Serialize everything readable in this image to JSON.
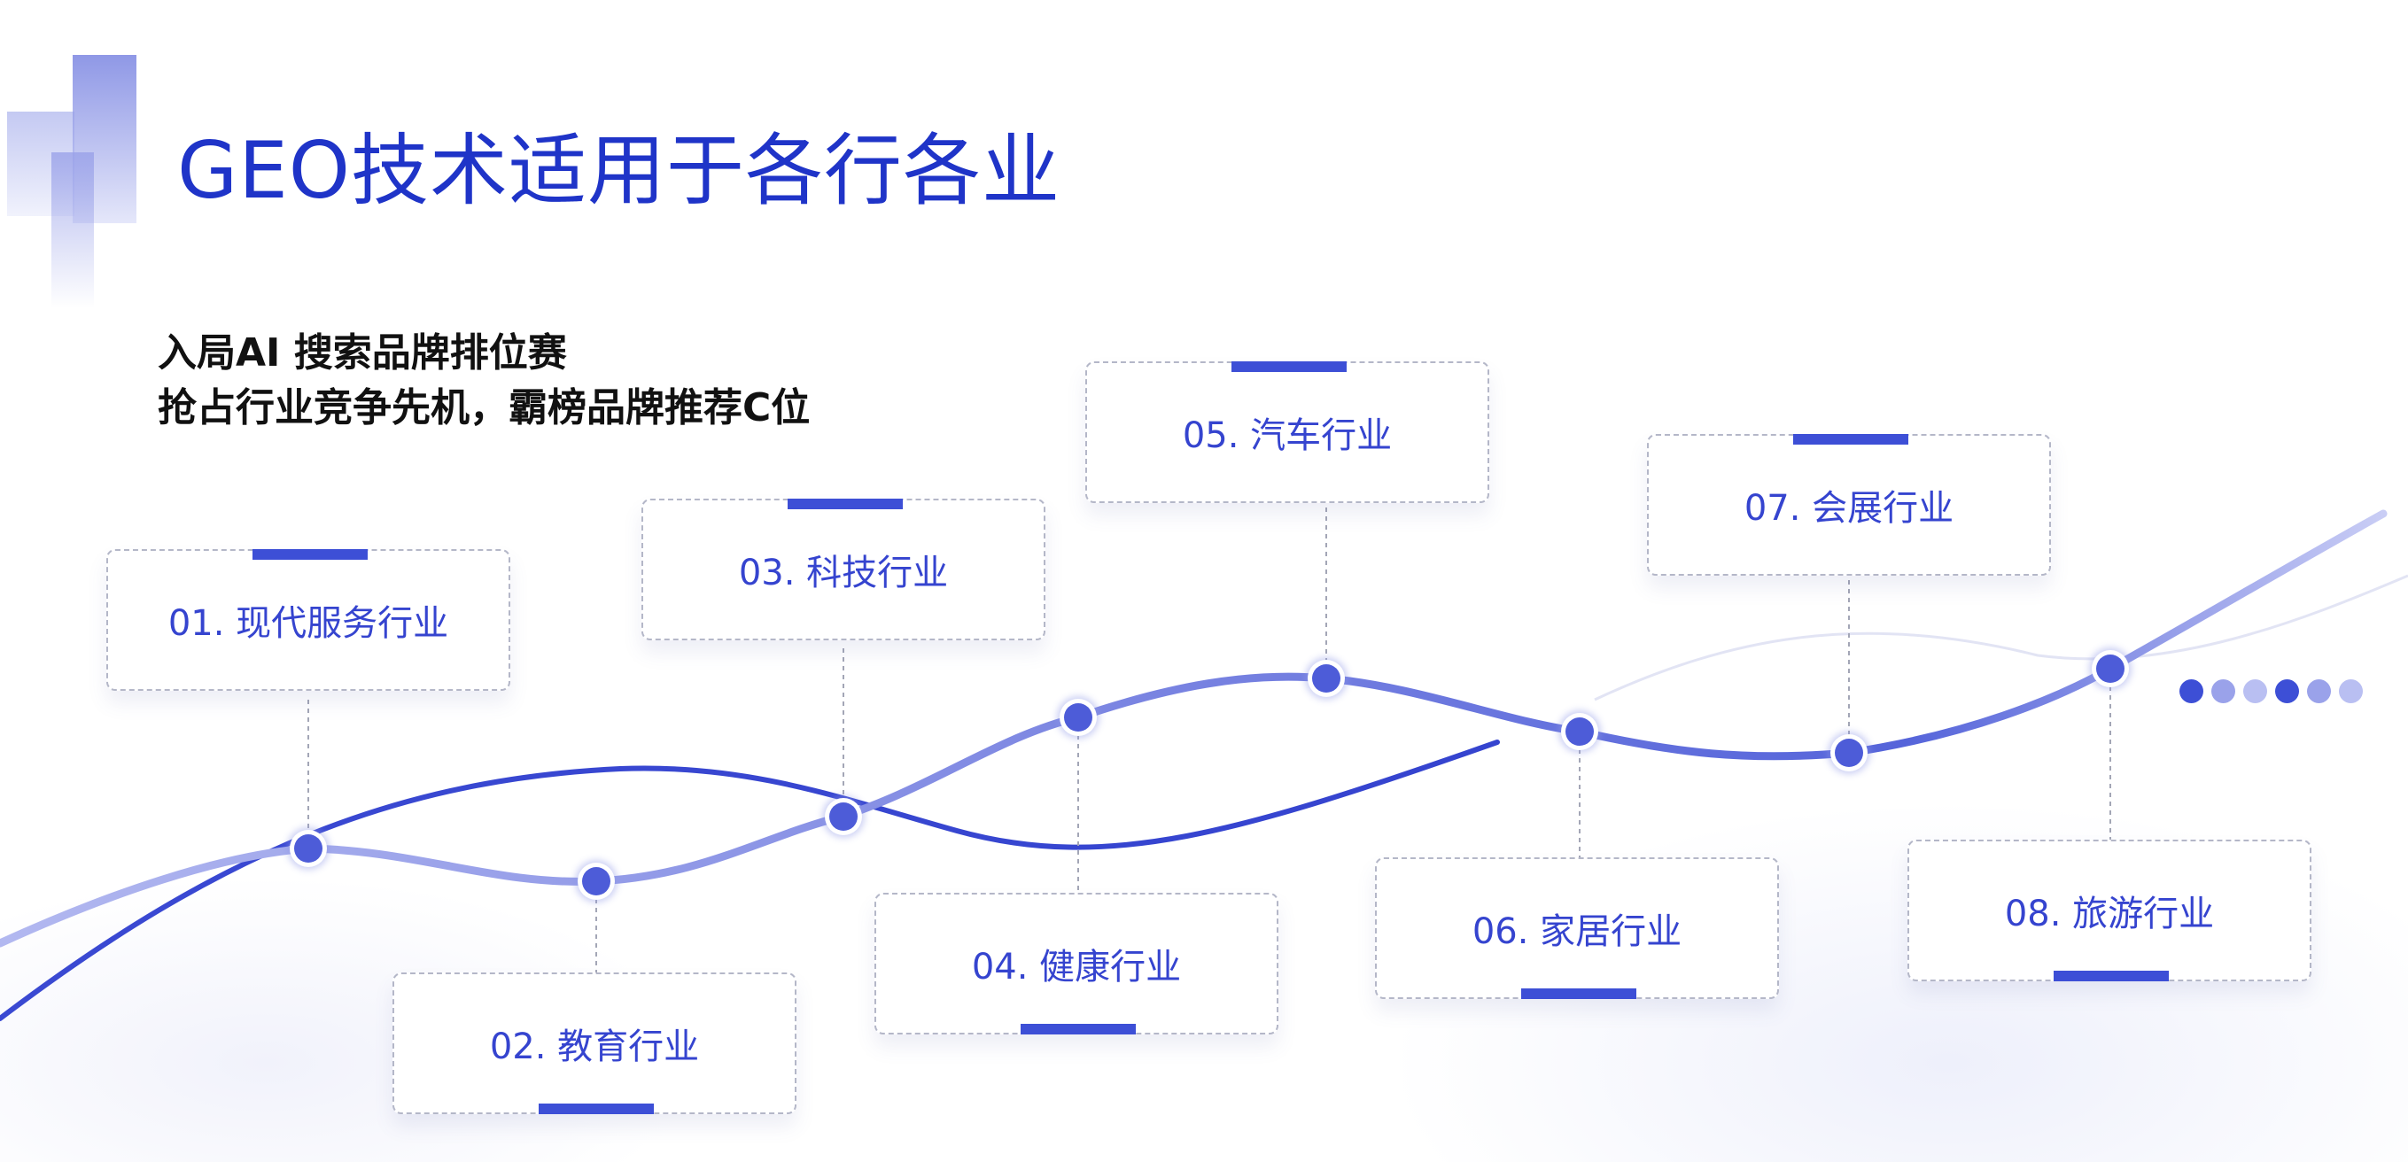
{
  "title": "GEO技术适用于各行各业",
  "subtitle": {
    "line1": "入局AI 搜索品牌排位赛",
    "line2": "抢占行业竞争先机，霸榜品牌推荐C位"
  },
  "colors": {
    "title": "#1f34c8",
    "accent": "#3d4fd6",
    "curve_dark": "#3344d4",
    "curve_light": "#8f98e6",
    "card_border": "#b4b7c8"
  },
  "industries": [
    {
      "label": "01. 现代服务行业"
    },
    {
      "label": "02. 教育行业"
    },
    {
      "label": "03. 科技行业"
    },
    {
      "label": "04. 健康行业"
    },
    {
      "label": "05. 汽车行业"
    },
    {
      "label": "06. 家居行业"
    },
    {
      "label": "07. 会展行业"
    },
    {
      "label": "08. 旅游行业"
    }
  ],
  "decor_dots": [
    "#3d4fd6",
    "#9aa2ea",
    "#b9bff2",
    "#3d4fd6",
    "#9aa2ea",
    "#b9bff2"
  ]
}
